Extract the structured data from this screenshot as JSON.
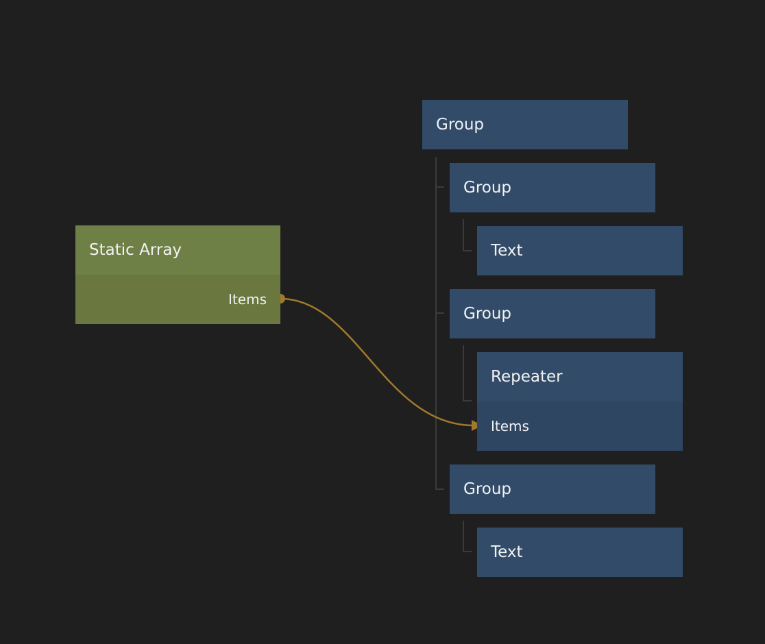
{
  "canvas": {
    "background": "#1f1f1f"
  },
  "colors": {
    "visual_node": "#324b69",
    "data_node": "#6f8046",
    "connection": "#a07a2c",
    "tree_line": "#3a3a3a"
  },
  "data_nodes": {
    "static_array": {
      "title": "Static Array",
      "output_port": "Items"
    }
  },
  "tree": {
    "root_group": {
      "title": "Group"
    },
    "group_1": {
      "title": "Group"
    },
    "group_1_text": {
      "title": "Text"
    },
    "group_2": {
      "title": "Group"
    },
    "group_2_repeater": {
      "title": "Repeater",
      "input_port": "Items"
    },
    "group_3": {
      "title": "Group"
    },
    "group_3_text": {
      "title": "Text"
    }
  }
}
